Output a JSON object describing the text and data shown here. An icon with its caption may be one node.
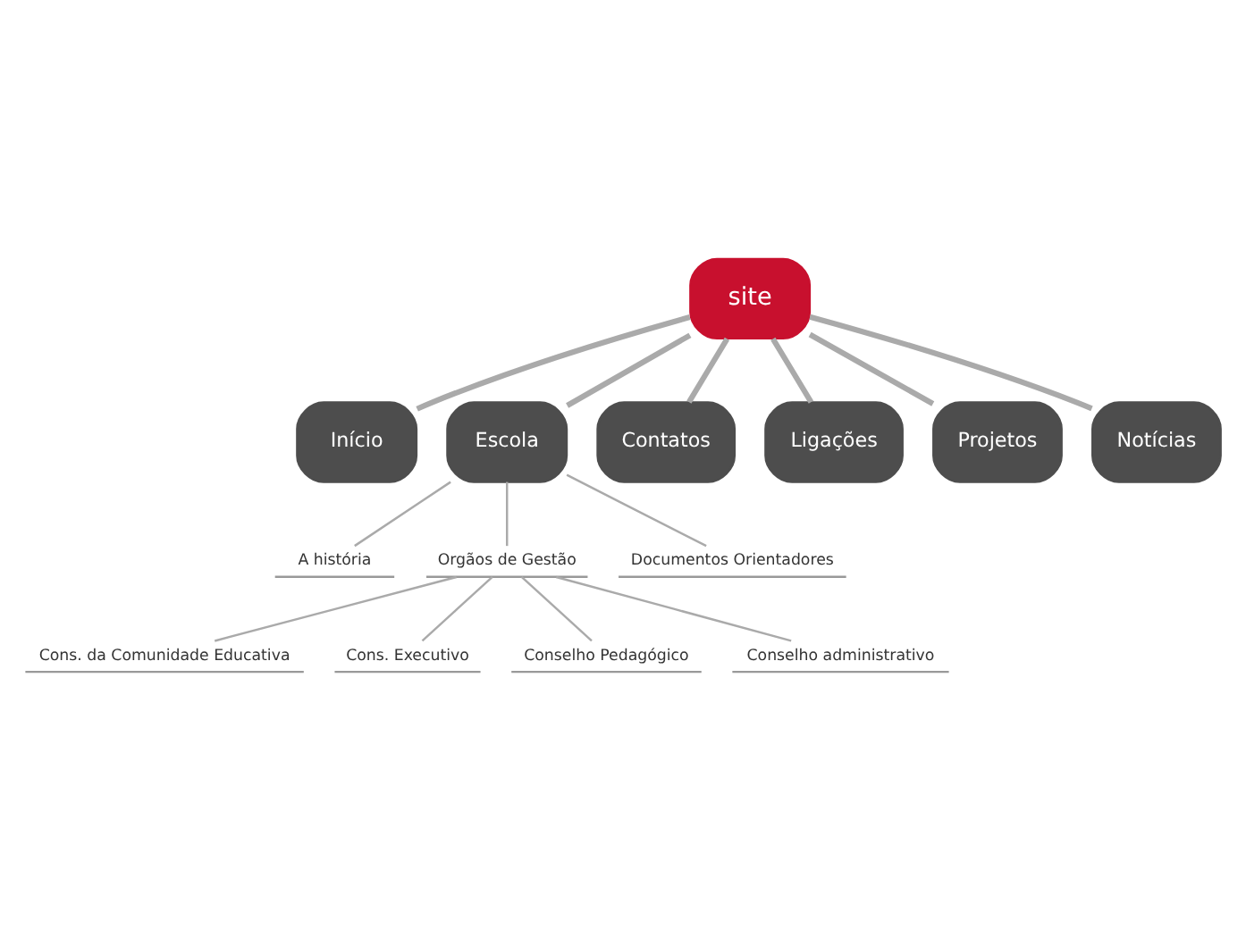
{
  "diagram": {
    "nodes": [
      {
        "text": [
          "site"
        ]
      },
      {
        "text": [
          "Início"
        ]
      },
      {
        "text": [
          "Escola"
        ]
      },
      {
        "text": [
          "Contatos"
        ]
      },
      {
        "text": [
          "Ligações"
        ]
      },
      {
        "text": [
          "Projetos"
        ]
      },
      {
        "text": [
          "Notícias"
        ]
      },
      {
        "text": [
          "A história"
        ]
      },
      {
        "text": [
          "Orgãos de Gestão"
        ]
      },
      {
        "text": [
          "Documentos Orientadores"
        ]
      },
      {
        "text": [
          "Cons. da Comunidade Educativa"
        ]
      },
      {
        "text": [
          "Cons. Executivo"
        ]
      },
      {
        "text": [
          "Conselho Pedagógico"
        ]
      },
      {
        "text": [
          "Conselho administrativo"
        ]
      }
    ],
    "edges": [
      {
        "from": 0,
        "to": 1,
        "arrow": "none",
        "style": "thick"
      },
      {
        "from": 0,
        "to": 2,
        "arrow": "none",
        "style": "thick"
      },
      {
        "from": 0,
        "to": 3,
        "arrow": "none",
        "style": "thick"
      },
      {
        "from": 0,
        "to": 4,
        "arrow": "none",
        "style": "thick"
      },
      {
        "from": 0,
        "to": 5,
        "arrow": "none",
        "style": "thick"
      },
      {
        "from": 0,
        "to": 6,
        "arrow": "none",
        "style": "thick"
      },
      {
        "from": 2,
        "to": 7,
        "arrow": "none"
      },
      {
        "from": 2,
        "to": 8,
        "arrow": "none"
      },
      {
        "from": 2,
        "to": 9,
        "arrow": "none"
      },
      {
        "from": 8,
        "to": 10,
        "arrow": "none"
      },
      {
        "from": 8,
        "to": 11,
        "arrow": "none"
      },
      {
        "from": 8,
        "to": 12,
        "arrow": "none"
      },
      {
        "from": 8,
        "to": 13,
        "arrow": "none"
      }
    ]
  }
}
